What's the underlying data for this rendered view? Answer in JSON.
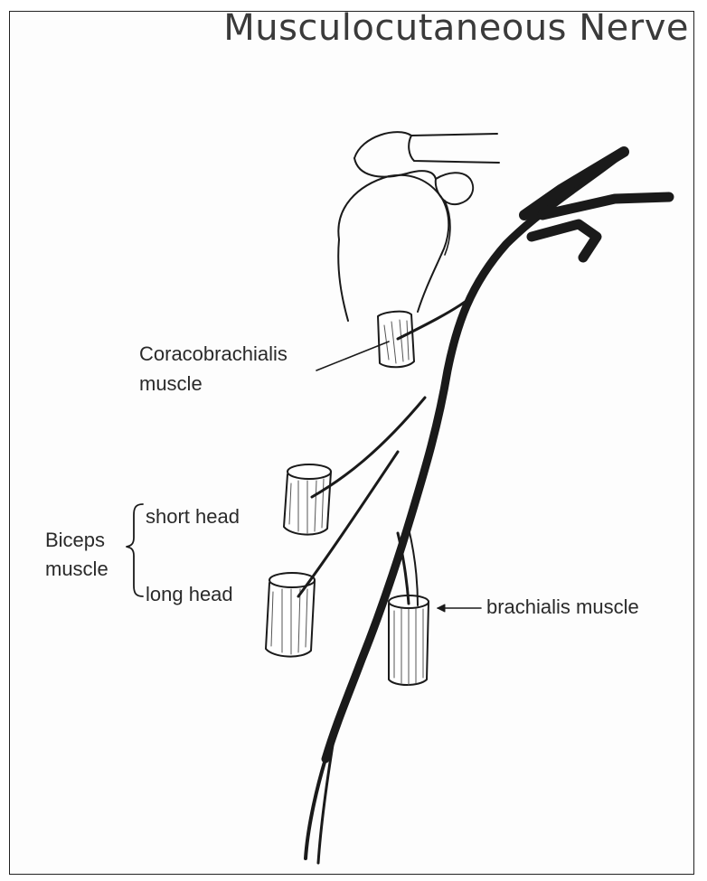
{
  "title": "Musculocutaneous Nerve",
  "labels": {
    "coracobrachialis_line1": "Coracobrachialis",
    "coracobrachialis_line2": "muscle",
    "biceps_line1": "Biceps",
    "biceps_line2": "muscle",
    "short_head": "short head",
    "long_head": "long head",
    "brachialis": "brachialis muscle"
  }
}
